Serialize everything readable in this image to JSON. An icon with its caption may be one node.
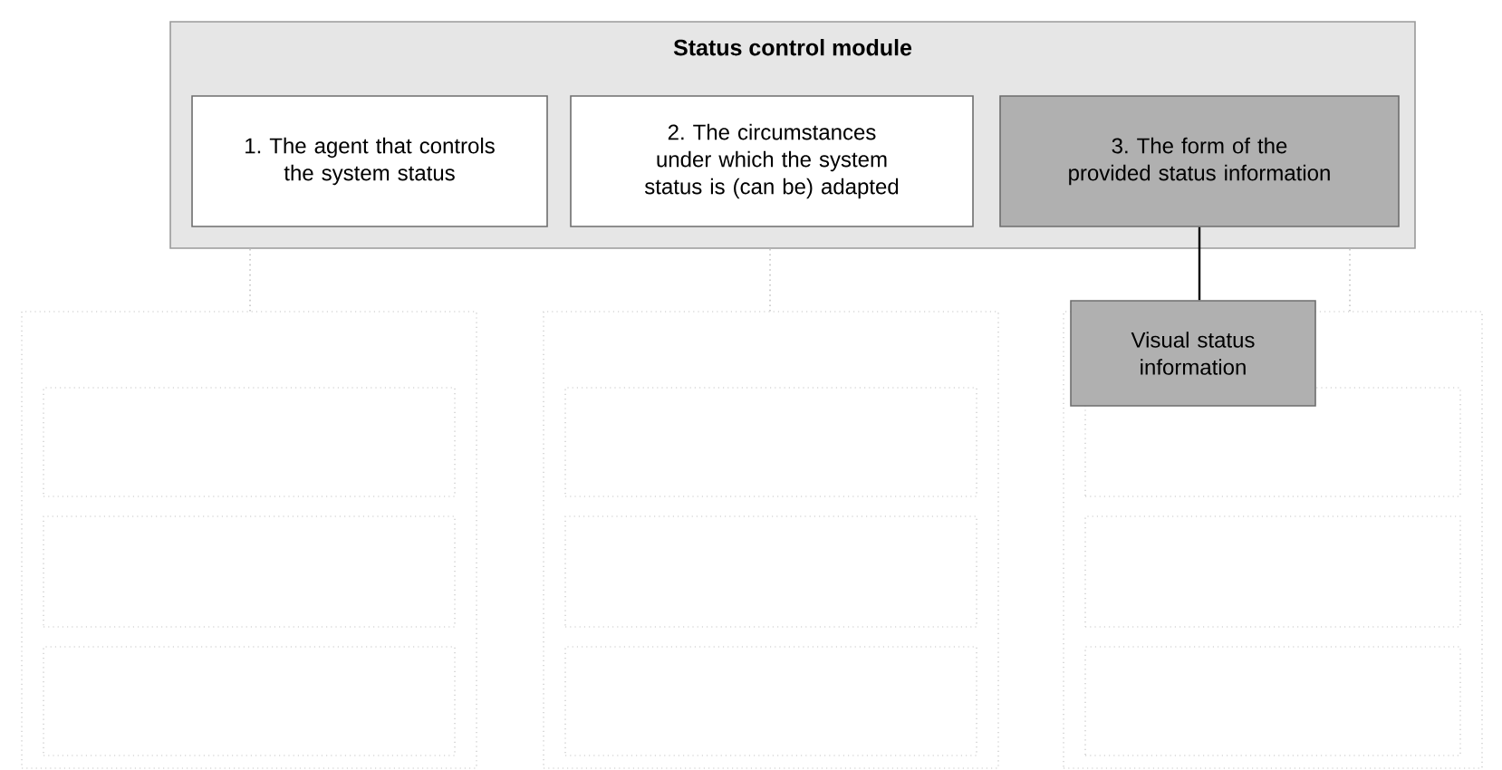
{
  "diagram": {
    "nodes": [
      {
        "text": [
          "Status control module"
        ]
      },
      {
        "text": [
          "1. The agent that controls the system status"
        ],
        "in": 0
      },
      {
        "text": [
          "2. The circumstances under which the system status is (can be) adapted"
        ],
        "in": 0
      },
      {
        "text": [
          "3. The form of the provided status information"
        ],
        "in": 0
      },
      {
        "text": [],
        "shape": "box"
      },
      {
        "text": [],
        "shape": "box",
        "in": 4
      },
      {
        "text": [],
        "shape": "box",
        "in": 4
      },
      {
        "text": [],
        "shape": "box",
        "in": 4
      },
      {
        "text": [],
        "shape": "box"
      },
      {
        "text": [],
        "shape": "box",
        "in": 8
      },
      {
        "text": [],
        "shape": "box",
        "in": 8
      },
      {
        "text": [],
        "shape": "box",
        "in": 8
      },
      {
        "text": [],
        "shape": "box"
      },
      {
        "text": [],
        "shape": "box",
        "in": 12
      },
      {
        "text": [],
        "shape": "box",
        "in": 12
      },
      {
        "text": [],
        "shape": "box",
        "in": 12
      },
      {
        "text": [
          "Visual status information"
        ]
      }
    ],
    "edges": [
      {
        "from": 0,
        "to": 4,
        "arrow": "none",
        "style": "dashed",
        "color": "#c4c4c4"
      },
      {
        "from": 0,
        "to": 8,
        "arrow": "none",
        "style": "dashed",
        "color": "#c4c4c4"
      },
      {
        "from": 0,
        "to": 12,
        "arrow": "none",
        "style": "dashed",
        "color": "#c4c4c4"
      },
      {
        "from": 3,
        "to": 16,
        "arrow": "none",
        "color": "#000000"
      }
    ]
  }
}
